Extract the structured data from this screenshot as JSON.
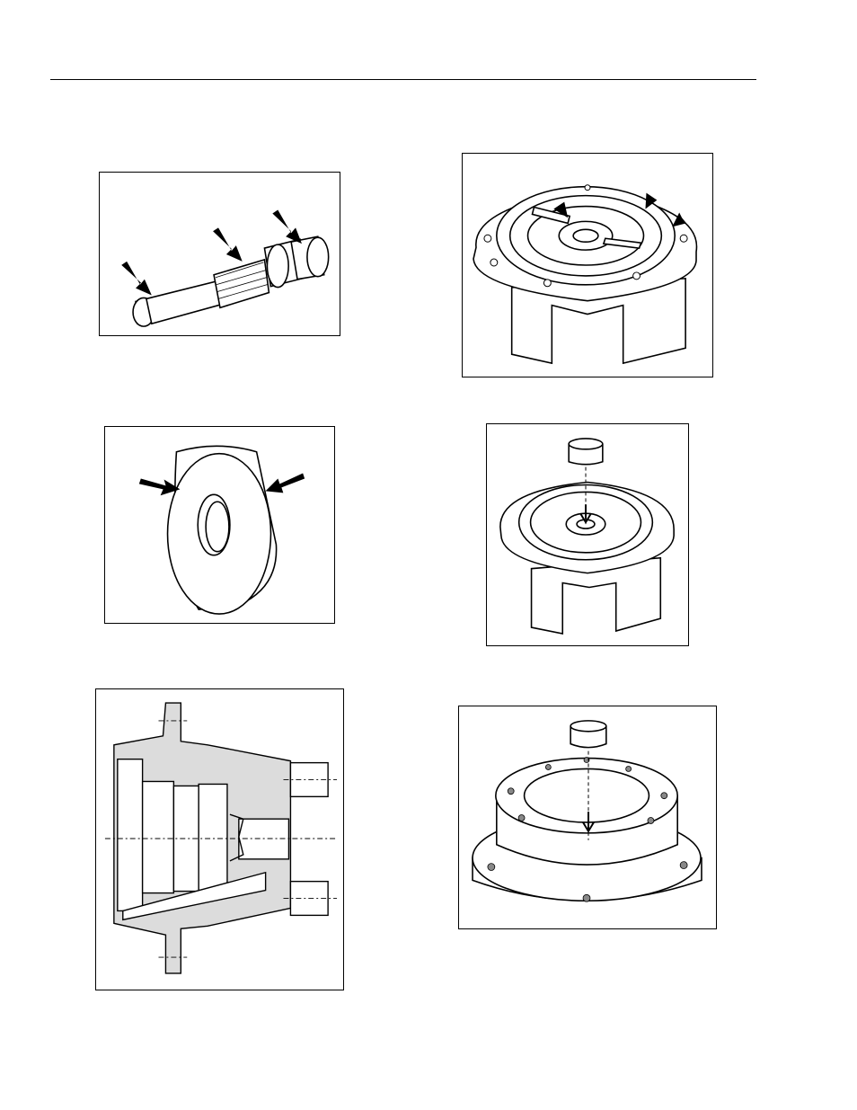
{
  "page": {
    "figures": [
      {
        "id": "shaft",
        "icon": "splined-shaft-illustration",
        "arrows": 3
      },
      {
        "id": "housing-top",
        "icon": "valve-housing-illustration",
        "arrows": 3
      },
      {
        "id": "thrust-washer",
        "icon": "thrust-washer-illustration",
        "arrows": 2
      },
      {
        "id": "housing-bushing",
        "icon": "housing-bushing-install-illustration",
        "arrows": 1
      },
      {
        "id": "cross-section",
        "icon": "motor-cross-section-illustration",
        "arrows": 0
      },
      {
        "id": "end-cover-bushing",
        "icon": "end-cover-bushing-install-illustration",
        "arrows": 1
      }
    ]
  }
}
